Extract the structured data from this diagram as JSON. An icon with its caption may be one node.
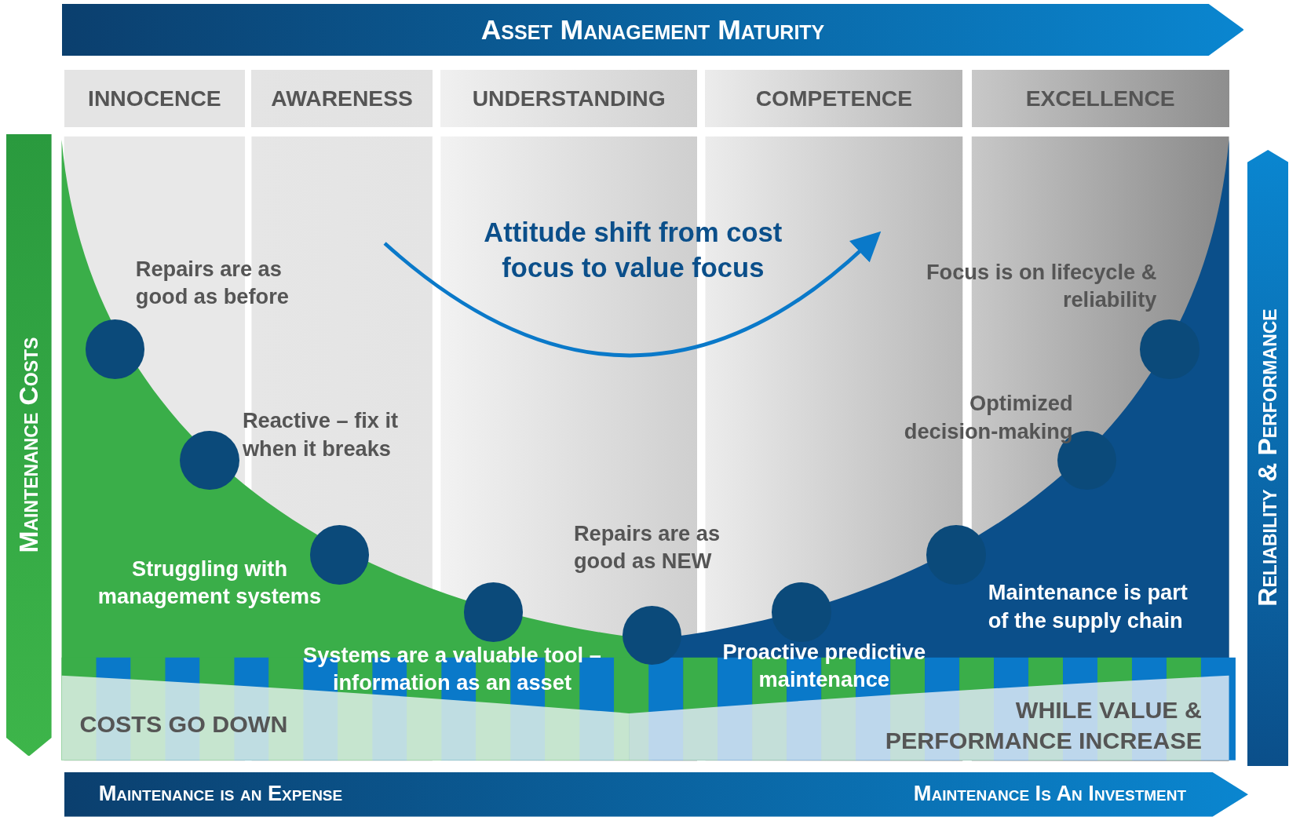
{
  "diagram": {
    "nodes": [
      {
        "text": [
          "Asset Management Maturity"
        ]
      },
      {
        "text": [
          "INNOCENCE"
        ]
      },
      {
        "text": [
          "AWARENESS"
        ]
      },
      {
        "text": [
          "UNDERSTANDING"
        ]
      },
      {
        "text": [
          "COMPETENCE"
        ]
      },
      {
        "text": [
          "EXCELLENCE"
        ]
      },
      {
        "text": [
          "Maintenance Costs"
        ]
      },
      {
        "text": [
          "Reliability & Performance"
        ]
      },
      {
        "text": [
          "Maintenance is an Expense",
          "Maintenance Is An Investment"
        ]
      },
      {
        "text": [],
        "shape": "circle",
        "beside": [
          "Repairs are as good as before"
        ]
      },
      {
        "text": [],
        "shape": "circle",
        "beside": [
          "Reactive – fix it when it breaks"
        ]
      },
      {
        "text": [],
        "shape": "circle",
        "beside": [
          "Struggling with management systems"
        ]
      },
      {
        "text": [],
        "shape": "circle",
        "beside": [
          "Systems are a valuable tool – information as an asset"
        ]
      },
      {
        "text": [],
        "shape": "circle",
        "beside": [
          "Repairs are as good as NEW"
        ]
      },
      {
        "text": [],
        "shape": "circle",
        "beside": [
          "Proactive predictive maintenance"
        ]
      },
      {
        "text": [],
        "shape": "circle",
        "beside": [
          "Maintenance is part of the supply chain"
        ]
      },
      {
        "text": [],
        "shape": "circle",
        "beside": [
          "Optimized decision-making"
        ]
      },
      {
        "text": [],
        "shape": "circle",
        "beside": [
          "Focus is on lifecycle & reliability"
        ]
      }
    ],
    "labels": [
      "Attitude shift from cost focus to value focus",
      "COSTS GO DOWN",
      "WHILE VALUE & PERFORMANCE INCREASE"
    ]
  }
}
